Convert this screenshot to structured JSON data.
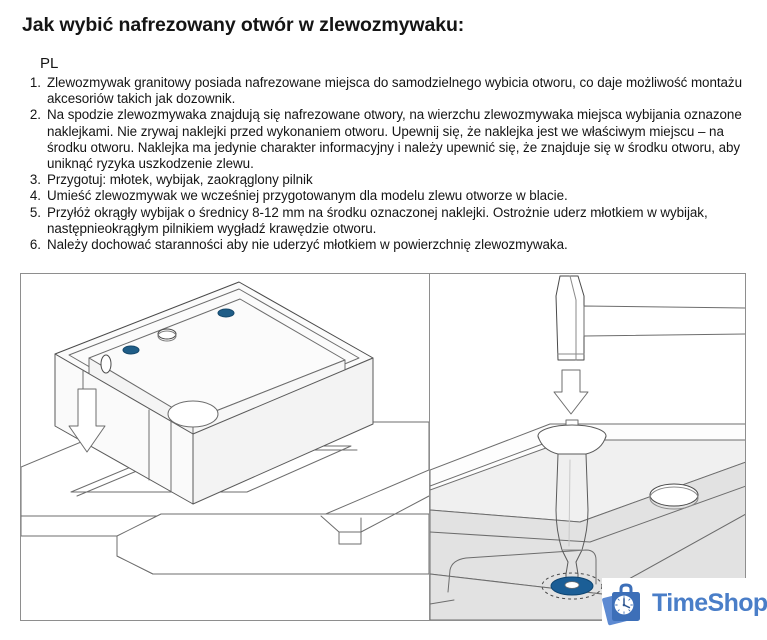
{
  "document": {
    "title": "Jak wybić nafrezowany otwór w zlewozmywaku:",
    "language_label": "PL",
    "steps": [
      {
        "number": "1.",
        "text": "Zlewozmywak granitowy posiada nafrezowane miejsca do samodzielnego wybicia otworu, co daje możliwość montażu akcesoriów takich jak dozownik."
      },
      {
        "number": "2.",
        "text": "Na spodzie zlewozmywaka znajdują się nafrezowane otwory, na wierzchu zlewozmywaka miejsca wybijania oznazone naklejkami. Nie zrywaj naklejki przed wykonaniem otworu. Upewnij się, że naklejka jest we właściwym miejscu – na środku otworu. Naklejka ma jedynie charakter informacyjny i należy upewnić się, że znajduje się w środku otworu, aby uniknąć ryzyka uszkodzenie zlewu."
      },
      {
        "number": "3.",
        "text": "Przygotuj: młotek, wybijak, zaokrąglony pilnik"
      },
      {
        "number": "4.",
        "text": "Umieść zlewozmywak we wcześniej przygotowanym dla modelu zlewu otworze w blacie."
      },
      {
        "number": "5.",
        "text": "Przyłóż okrągły wybijak o średnicy 8-12 mm na środku oznaczonej naklejki. Ostrożnie uderz młotkiem w wybijak, następnieokrągłym pilnikiem wygładź krawędzie otworu."
      },
      {
        "number": "6.",
        "text": "Należy dochować staranności aby nie uderzyć młotkiem w powierzchnię zlewozmywaka."
      }
    ]
  },
  "illustration": {
    "left_panel": {
      "name": "sink-installation-diagram",
      "description": "Granite sink lowered into countertop cut-out",
      "arrow_direction": "down",
      "marker_color": "#1f5d87",
      "outline_color": "#6d6d6d",
      "fill_color": "#fbfbfb"
    },
    "right_panel": {
      "name": "hammer-punch-diagram",
      "description": "Hammer striking a round punch on marked sticker of sink deck",
      "arrow_direction": "down",
      "marker_color": "#1b5e96",
      "surface_color": "#e2e2e2",
      "outline_color": "#6d6d6d"
    },
    "frame_border_color": "#8e8e8e"
  },
  "watermark": {
    "brand": "TimeShop",
    "icon": "shopping-bag-clock-icon",
    "color": "#4a7ec8",
    "bag_color": "#3d6fb8",
    "clock_face_color": "#ffffff"
  }
}
